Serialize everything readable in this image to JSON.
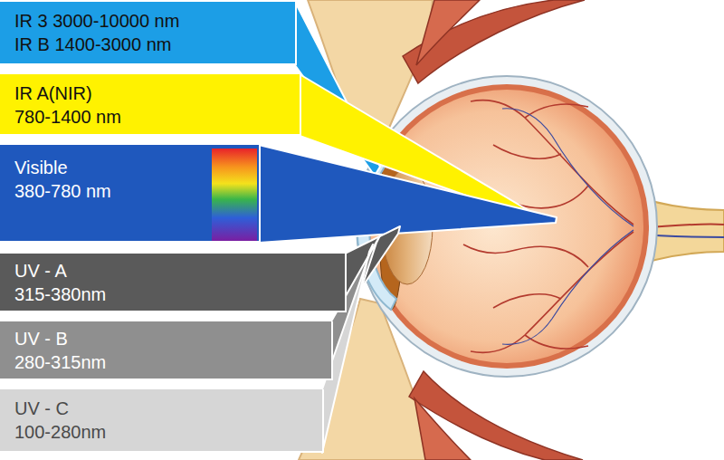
{
  "diagram": {
    "nodes": [
      {
        "text": [
          "IR 3 3000-10000 nm",
          "IR B 1400-3000 nm"
        ]
      },
      {
        "text": [
          "IR A(NIR)",
          "780-1400 nm"
        ]
      },
      {
        "text": [
          "Visible",
          "380-780 nm"
        ]
      },
      {
        "text": [
          "UV - A",
          "315-380nm"
        ]
      },
      {
        "text": [
          "UV - B",
          "280-315nm"
        ]
      },
      {
        "text": [
          "UV - C",
          "100-280nm"
        ]
      }
    ]
  }
}
